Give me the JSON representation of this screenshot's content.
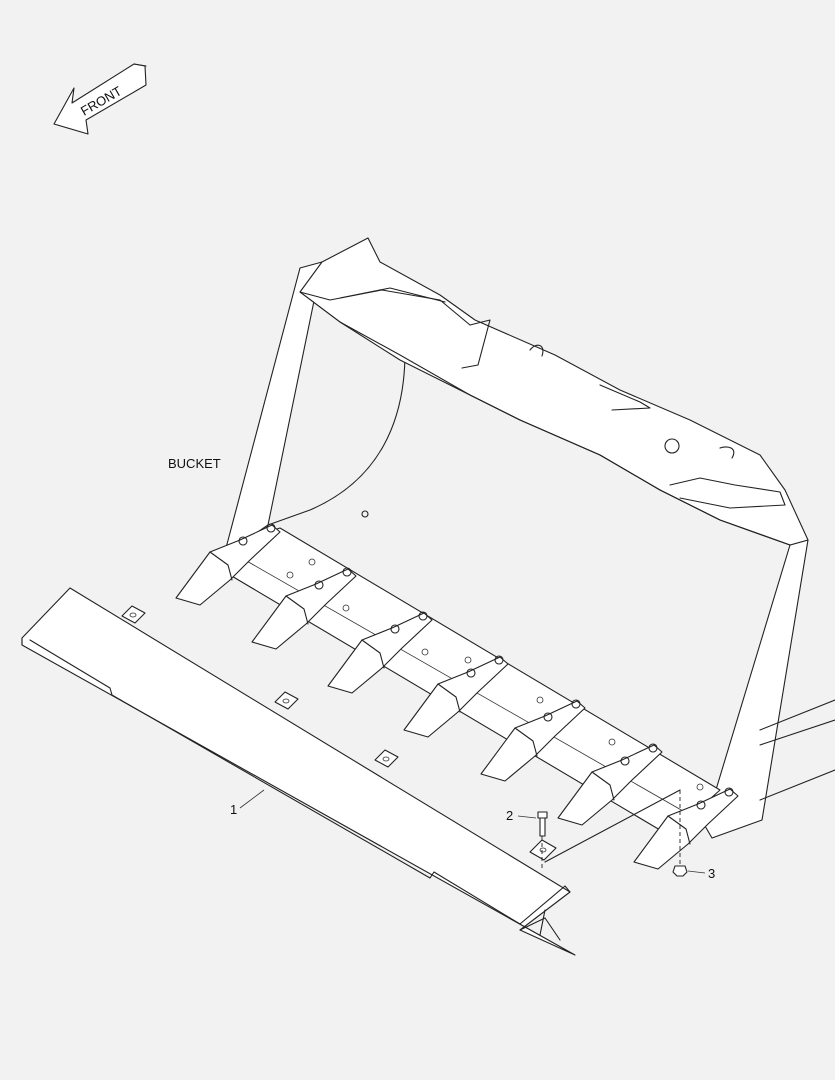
{
  "diagram": {
    "direction_label": "FRONT",
    "bucket_label": "BUCKET",
    "callouts": [
      {
        "number": "1"
      },
      {
        "number": "2"
      },
      {
        "number": "3"
      }
    ]
  }
}
